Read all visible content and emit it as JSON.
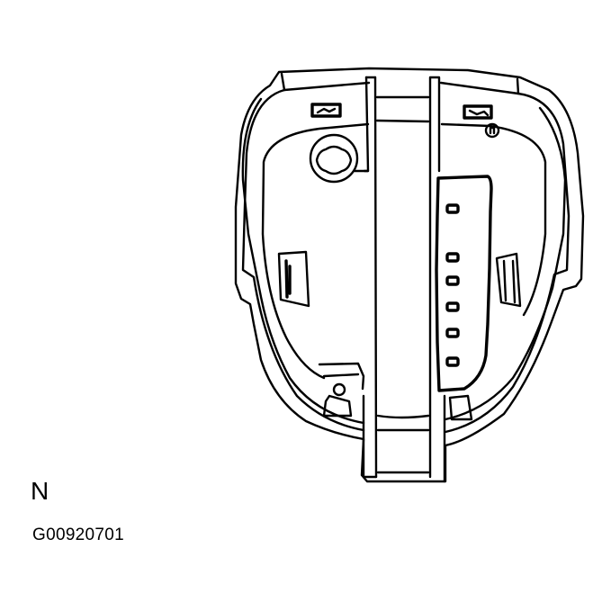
{
  "figure": {
    "view_label": "N",
    "figure_id": "G00920701",
    "subject": "shift-lever-bezel-assembly-rear-view",
    "line_color": "#000000",
    "background_color": "#ffffff"
  }
}
